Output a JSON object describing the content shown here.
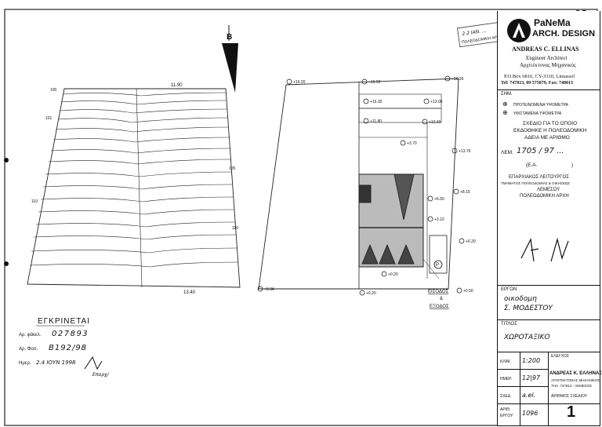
{
  "stamp_date": "2.2 ΙΑΝ. ...",
  "stamp_office": "ΠΟΛΕΟΔΟΜΙΚΗ ΑΡΧΗ",
  "corner_number": "35",
  "firm": {
    "logo_line1": "PaNeMa",
    "logo_line2": "ARCH. DESIGN",
    "name": "ANDREAS C. ELLINAS",
    "title_en": "Engineer Architect",
    "title_gr": "Αρχιτέκτονας Μηχανικός",
    "address": "P.O.Box 6816, CY-3310, Limassol",
    "phones": "Tel: 747813, 09 575879, Fax: 748013"
  },
  "notes": {
    "header": "ΣΗΜ.",
    "legend_proposed": "ΠΡΟΤΕΙΝΟΜΕΝΑ ΥΨΟΜΕΤΡΑ",
    "legend_existing": "ΥΦΙΣΤΑΜΕΝΑ ΥΨΟΜΕΤΡΑ",
    "plan_line1": "ΣΧΕΔΙΟ ΓΙΑ ΤΟ ΟΠΟΙΟ",
    "plan_line2": "ΕΚΔΟΘΗΚΕ Η ΠΟΛΕΟΔΟΜΙΚΗ",
    "plan_line3": "ΑΔΕΙΑ ΜΕ ΑΡΙΘΜΟ",
    "permit_label": "ΛΕΜ.",
    "permit_number": "1705 / 97 ...",
    "ea_label": "(Ε.Α.",
    "ea_close": ")",
    "officer": "ΕΠΑΡΧΙΑΚΟΣ ΛΕΙΤΟΥΡΓΟΣ",
    "dept": "ΤΜΗΜΑΤΟΣ ΠΟΛΕΟΔΟΜΙΑΣ & ΟΙΚΗΣΕΩΣ",
    "city": "ΛΕΜΕΣΟΥ",
    "authority": "ΠΟΛΕΟΔΟΜΙΚΗ ΑΡΧΗ"
  },
  "project": {
    "label": "ΕΡΓΟΝ",
    "line1": "οικοδομη",
    "line2": "Σ. ΜΟΔΕΣΤΟΥ"
  },
  "title": {
    "label": "ΤΙΤΛΟΣ",
    "value": "ΧΩΡΟΤΑΞΙΚΟ"
  },
  "details": {
    "scale_label": "ΚΛΙΜ.",
    "scale": "1:200",
    "checked_label": "ΕΛΕΓΧΟΣ",
    "date_label": "ΗΜΕΡ.",
    "date": "12|97",
    "stamp_name": "ΑΝΔΡΕΑΣ Κ. ΕΛΛΗΝΑΣ",
    "stamp_role": "ΑΡΧΙΤΕΚΤΟΝΑΣ ΜΗΧΑΝΙΚΟΣ",
    "stamp_tel": "ΤΗΛ. 747813 - ΛΕΜΕΣΟΣ",
    "drawn_label": "ΣΧΕΔ.",
    "drawn": "a.el.",
    "drawing_no_label": "ΑΡΙΘΜΟΣ ΣΧΕΔΙΟΥ",
    "job_label1": "ΑΡΙΘ.",
    "job_label2": "ΕΡΓΟΥ",
    "job": "1096",
    "drawing_no": "1"
  },
  "approval": {
    "heading": "ΕΓΚΡΙΝΕΤΑΙ",
    "file_label": "Αρ. φάκελ.",
    "file_value": "027893",
    "receipt_label": "Αρ. Φοιτ.",
    "receipt_value": "B192/98",
    "date_label": "Ημερ.",
    "date_value": "2.4 ΙΟΥΝ 1998",
    "signer": "Επαρχ/"
  },
  "site_left": {
    "dim_top": "11.90",
    "dim_bottom": "13.40",
    "contours": [
      "100",
      "101",
      "105",
      "110",
      "110"
    ]
  },
  "site_right": {
    "levels": [
      "+16.20",
      "+16.50",
      "+16.26",
      "+16.30",
      "+13.00",
      "+11.80",
      "+10.40",
      "+3.70",
      "+13.76",
      "+6.60",
      "+8.15",
      "+3.10",
      "+6.20",
      "+0.20",
      "+0.34",
      "+0.20",
      "+0.50"
    ],
    "entrance": "ΕΙΣΟΔΟΣ",
    "and": "&",
    "exit": "ΕΞΟΔΟΣ",
    "parking": "P"
  }
}
